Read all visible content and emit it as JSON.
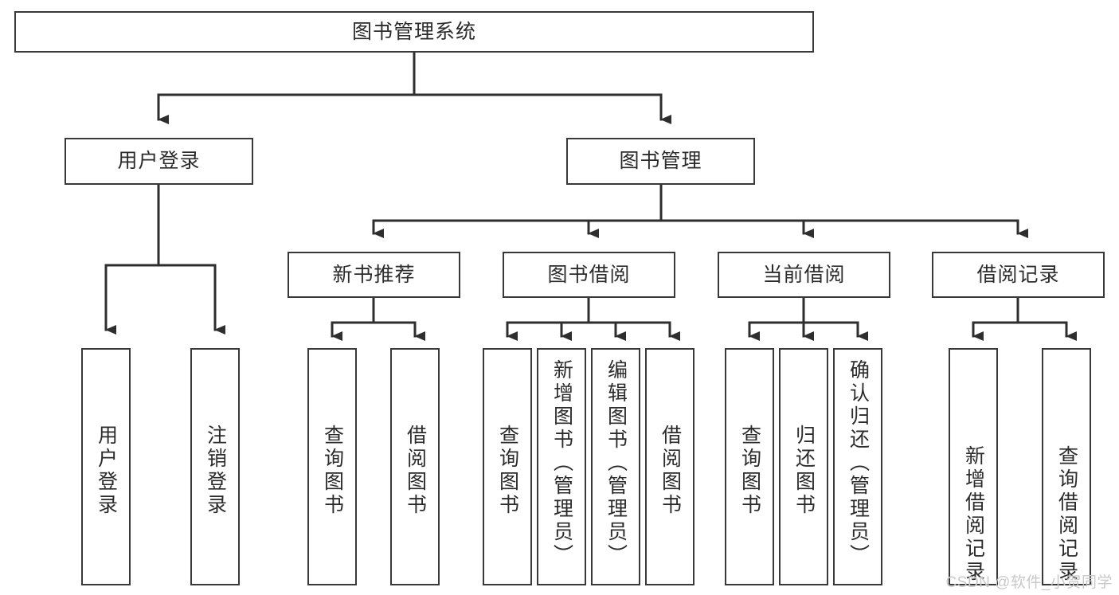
{
  "diagram": {
    "title": "图书管理系统",
    "type": "hierarchy-tree",
    "root": {
      "id": "root",
      "label": "图书管理系统"
    },
    "level1": [
      {
        "id": "user-login",
        "label": "用户登录"
      },
      {
        "id": "book-management",
        "label": "图书管理"
      }
    ],
    "level2": [
      {
        "id": "new-book-recommend",
        "label": "新书推荐",
        "parent": "book-management"
      },
      {
        "id": "book-borrow",
        "label": "图书借阅",
        "parent": "book-management"
      },
      {
        "id": "current-borrow",
        "label": "当前借阅",
        "parent": "book-management"
      },
      {
        "id": "borrow-record",
        "label": "借阅记录",
        "parent": "book-management"
      }
    ],
    "leaves": [
      {
        "id": "leaf-user-login",
        "label": "用户登录",
        "parent": "user-login"
      },
      {
        "id": "leaf-logout-login",
        "label": "注销登录",
        "parent": "user-login"
      },
      {
        "id": "leaf-query-book-1",
        "label": "查询图书",
        "parent": "new-book-recommend"
      },
      {
        "id": "leaf-borrow-book-1",
        "label": "借阅图书",
        "parent": "new-book-recommend"
      },
      {
        "id": "leaf-query-book-2",
        "label": "查询图书",
        "parent": "book-borrow"
      },
      {
        "id": "leaf-add-book",
        "label": "新增图书（管理员）",
        "parent": "book-borrow"
      },
      {
        "id": "leaf-edit-book",
        "label": "编辑图书（管理员）",
        "parent": "book-borrow"
      },
      {
        "id": "leaf-borrow-book-2",
        "label": "借阅图书",
        "parent": "book-borrow"
      },
      {
        "id": "leaf-query-book-3",
        "label": "查询图书",
        "parent": "current-borrow"
      },
      {
        "id": "leaf-return-book",
        "label": "归还图书",
        "parent": "current-borrow"
      },
      {
        "id": "leaf-confirm-return",
        "label": "确认归还（管理员）",
        "parent": "current-borrow"
      },
      {
        "id": "leaf-add-record",
        "label": "新增借阅记录",
        "parent": "borrow-record"
      },
      {
        "id": "leaf-query-record",
        "label": "查询借阅记录",
        "parent": "borrow-record"
      }
    ]
  },
  "watermark": {
    "text": "CSDN @软件_小贺同学"
  },
  "colors": {
    "stroke": "#393939",
    "text": "#2b2b2b",
    "background": "#ffffff",
    "watermark": "#c9c9c9"
  }
}
